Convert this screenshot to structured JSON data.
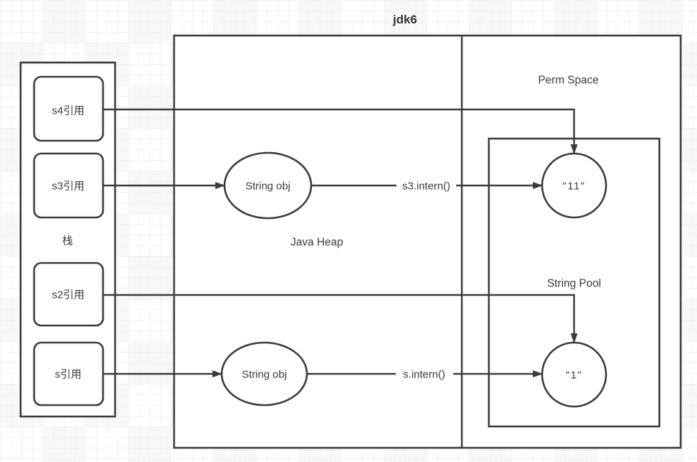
{
  "title": "jdk6",
  "stack": {
    "label": "栈",
    "items": [
      {
        "label": "s4引用"
      },
      {
        "label": "s3引用"
      },
      {
        "label": "s2引用"
      },
      {
        "label": "s引用"
      }
    ]
  },
  "heap": {
    "label": "Java Heap",
    "objects": [
      {
        "label": "String obj"
      },
      {
        "label": "String obj"
      }
    ]
  },
  "perm": {
    "label": "Perm Space",
    "string_pool": {
      "label": "String Pool",
      "entries": [
        {
          "label": "\"11\""
        },
        {
          "label": "\"1\""
        }
      ]
    }
  },
  "edges": {
    "s3_intern_label": "s3.intern()",
    "s_intern_label": "s.intern()"
  },
  "colors": {
    "stroke": "#3b3b3b",
    "text": "#3a3a3a",
    "grid_line": "#eef0f2",
    "canvas": "#ffffff"
  }
}
